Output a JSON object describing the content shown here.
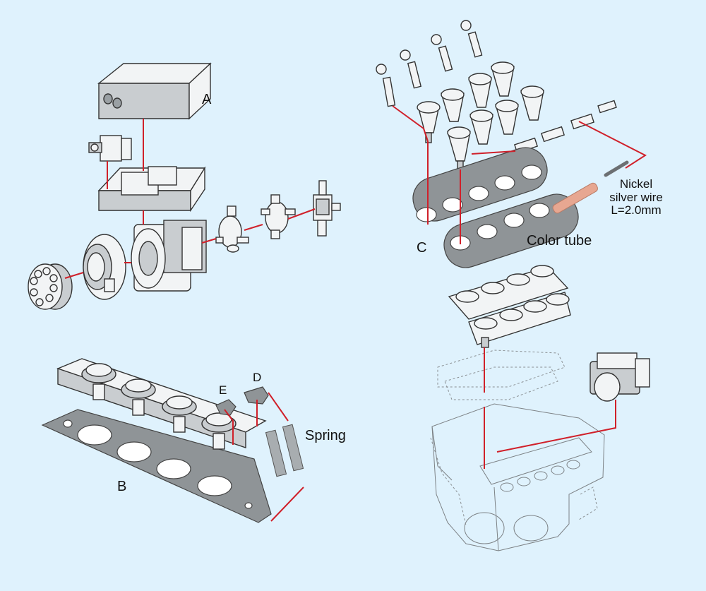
{
  "labels": {
    "a": "A",
    "b": "B",
    "c": "C",
    "d": "D",
    "e": "E",
    "spring": "Spring",
    "color_tube": "Color tube",
    "nickel_line1": "Nickel",
    "nickel_line2": "silver wire",
    "nickel_line3": "L=2.0mm"
  },
  "colors": {
    "background": "#dff2fd",
    "leader_lines": "#d0202a",
    "gasket": "#8f9497",
    "color_tube": "#e7a791",
    "nickel_wire": "#6c6f72"
  }
}
